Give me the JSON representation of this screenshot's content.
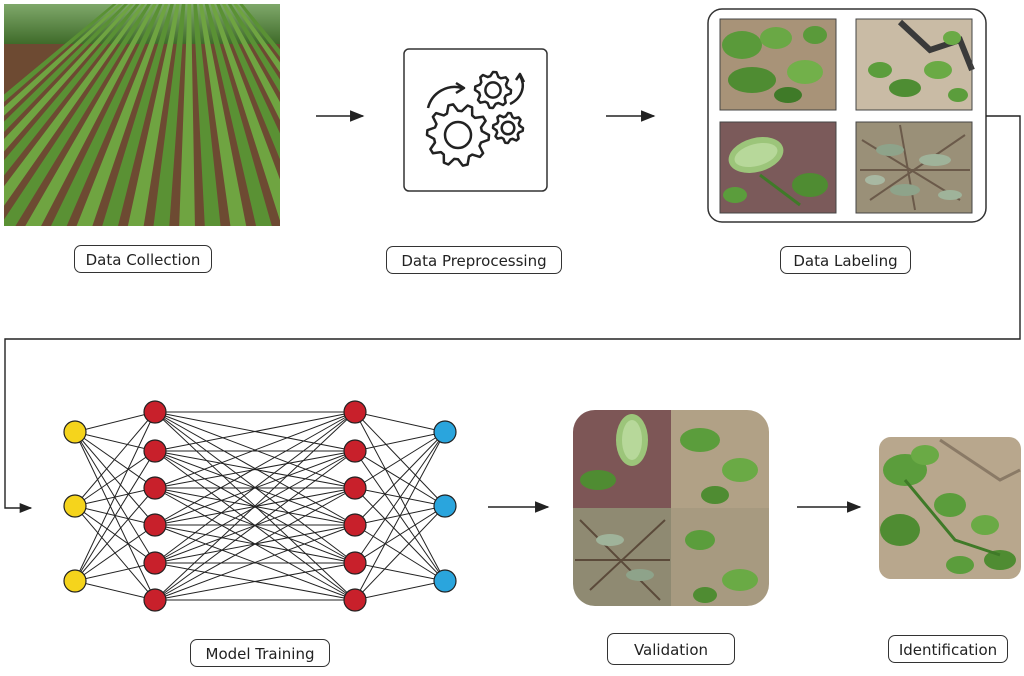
{
  "stages": {
    "data_collection": "Data Collection",
    "data_preprocessing": "Data Preprocessing",
    "data_labeling": "Data Labeling",
    "model_training": "Model Training",
    "validation": "Validation",
    "identification": "Identification"
  },
  "icons": {
    "preprocessing": "gears-icon",
    "flow": "arrow-right-icon"
  },
  "network": {
    "layers": [
      3,
      6,
      6,
      3
    ],
    "colors": {
      "input": "#f5d41c",
      "hidden": "#c8202b",
      "output": "#2aa5dd"
    }
  },
  "colors": {
    "line": "#222222",
    "border": "#333333",
    "leaf": "#5f9a3a",
    "soil": "#8a6b4e"
  }
}
